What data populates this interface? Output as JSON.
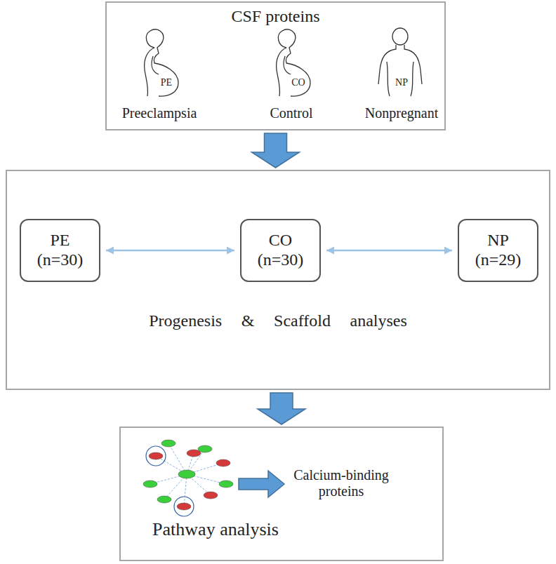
{
  "diagram": {
    "nodes": [
      {
        "text": [
          "CSF proteins"
        ]
      },
      {
        "text": [
          "Progenesis & Scaffold analyses"
        ]
      },
      {
        "text": [
          "PE (n=30)"
        ],
        "in": 1
      },
      {
        "text": [
          "CO (n=30)"
        ],
        "in": 1
      },
      {
        "text": [
          "NP (n=29)"
        ],
        "in": 1
      },
      {
        "text": [
          "Pathway analysis",
          "Calcium-binding proteins"
        ]
      }
    ],
    "edges": [
      {
        "from": 0,
        "to": 1,
        "arrow": "to"
      },
      {
        "from": 2,
        "to": 3,
        "arrow": "both"
      },
      {
        "from": 3,
        "to": 4,
        "arrow": "both"
      },
      {
        "from": 1,
        "to": 5,
        "arrow": "to"
      }
    ],
    "labels": [
      "PE",
      "CO",
      "NP",
      "Preeclampsia",
      "Control",
      "Nonpregnant"
    ]
  }
}
